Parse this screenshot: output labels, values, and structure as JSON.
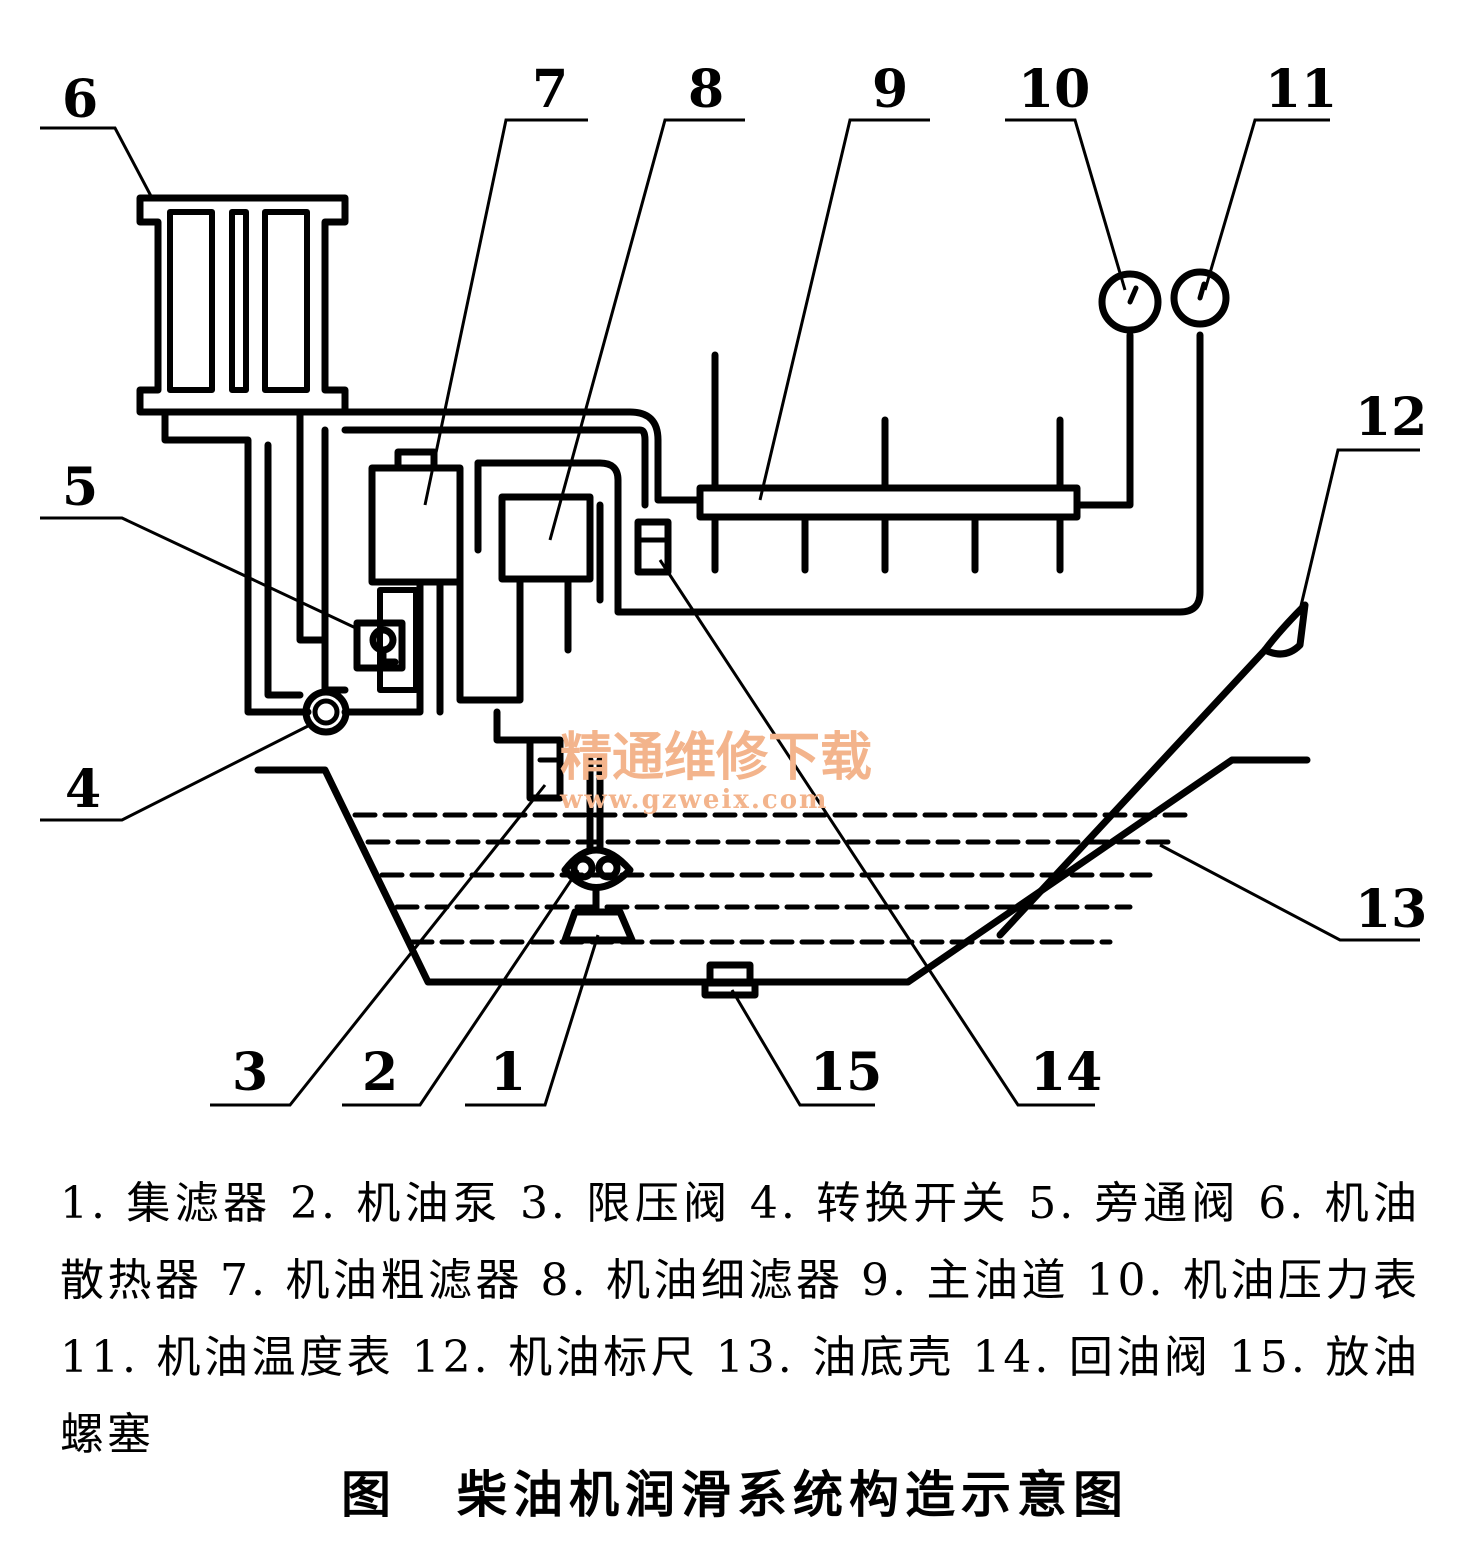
{
  "callouts": [
    {
      "id": "1",
      "text": "1"
    },
    {
      "id": "2",
      "text": "2"
    },
    {
      "id": "3",
      "text": "3"
    },
    {
      "id": "4",
      "text": "4"
    },
    {
      "id": "5",
      "text": "5"
    },
    {
      "id": "6",
      "text": "6"
    },
    {
      "id": "7",
      "text": "7"
    },
    {
      "id": "8",
      "text": "8"
    },
    {
      "id": "9",
      "text": "9"
    },
    {
      "id": "10",
      "text": "10"
    },
    {
      "id": "11",
      "text": "11"
    },
    {
      "id": "12",
      "text": "12"
    },
    {
      "id": "13",
      "text": "13"
    },
    {
      "id": "14",
      "text": "14"
    },
    {
      "id": "15",
      "text": "15"
    }
  ],
  "watermark": {
    "line1": "精通维修下载",
    "line2": "www.gzweix.com",
    "color": "#f3b48c"
  },
  "legend": [
    "1. 集滤器",
    "2. 机油泵",
    "3. 限压阀",
    "4. 转换开关",
    "5. 旁通阀",
    "6. 机油散热器",
    "7. 机油粗滤器",
    "8. 机油细滤器",
    "9. 主油道",
    "10. 机油压力表",
    "11. 机油温度表",
    "12. 机油标尺",
    "13. 油底壳",
    "14. 回油阀",
    "15. 放油螺塞"
  ],
  "caption": {
    "prefix": "图",
    "title": "柴油机润滑系统构造示意图"
  }
}
